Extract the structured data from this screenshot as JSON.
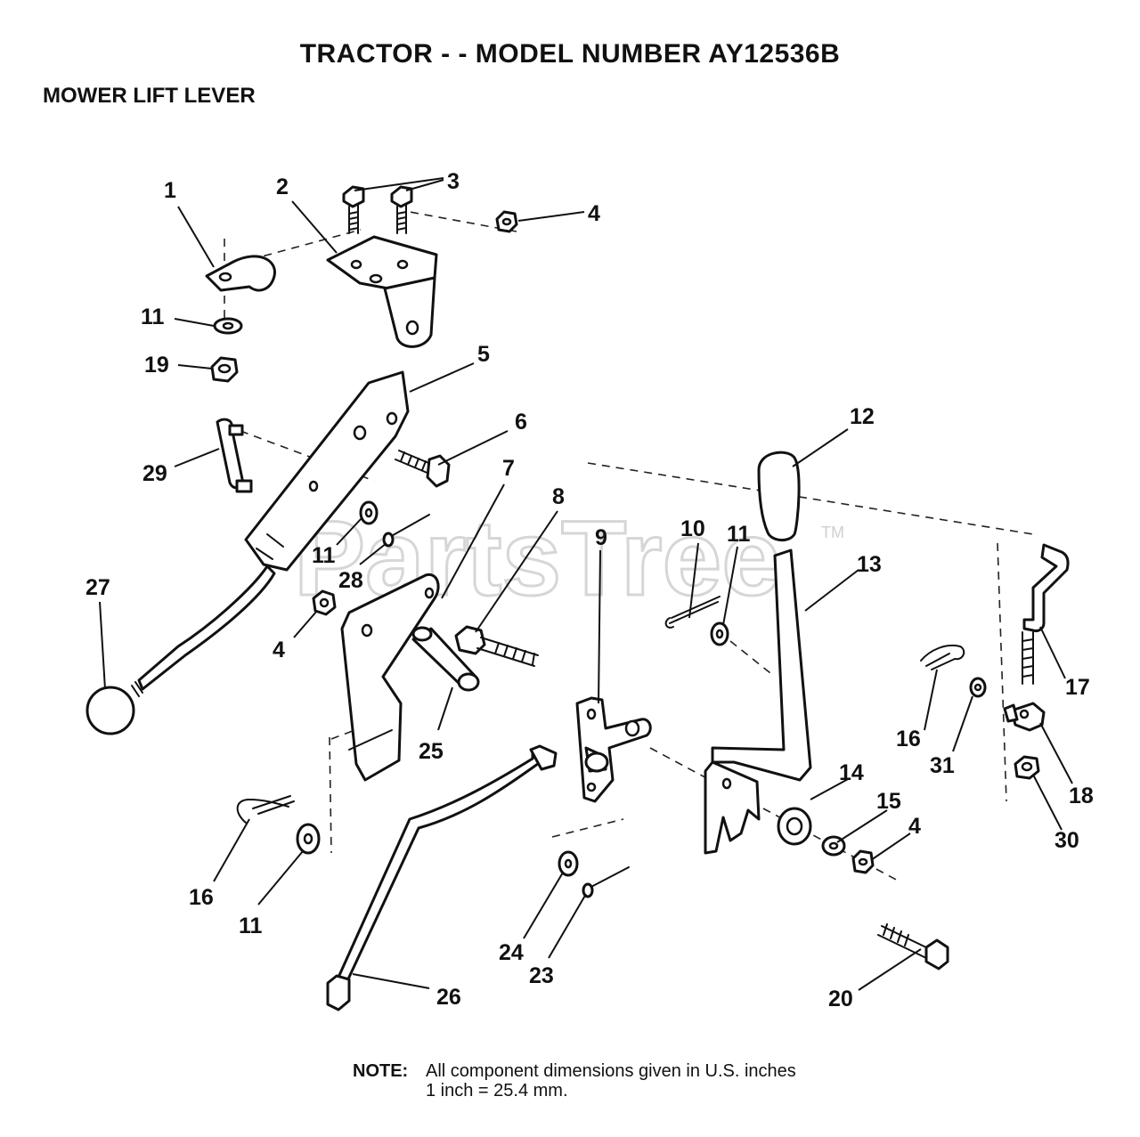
{
  "header": {
    "title": "TRACTOR - - MODEL NUMBER AY12536B",
    "section": "MOWER LIFT LEVER"
  },
  "watermark": {
    "text": "PartsTree",
    "tm": "TM"
  },
  "callouts": {
    "c1": "1",
    "c2": "2",
    "c3": "3",
    "c4a": "4",
    "c4b": "4",
    "c4c": "4",
    "c5": "5",
    "c6": "6",
    "c7": "7",
    "c8": "8",
    "c9": "9",
    "c10": "10",
    "c11a": "11",
    "c11b": "11",
    "c11c": "11",
    "c11d": "11",
    "c12": "12",
    "c13": "13",
    "c14": "14",
    "c15": "15",
    "c16a": "16",
    "c16b": "16",
    "c17": "17",
    "c18": "18",
    "c19": "19",
    "c20": "20",
    "c23": "23",
    "c24": "24",
    "c25": "25",
    "c26": "26",
    "c27": "27",
    "c28": "28",
    "c29": "29",
    "c30": "30",
    "c31": "31"
  },
  "note": {
    "label": "NOTE:",
    "line1": "All component dimensions given in U.S. inches",
    "line2": "1 inch = 25.4 mm."
  }
}
